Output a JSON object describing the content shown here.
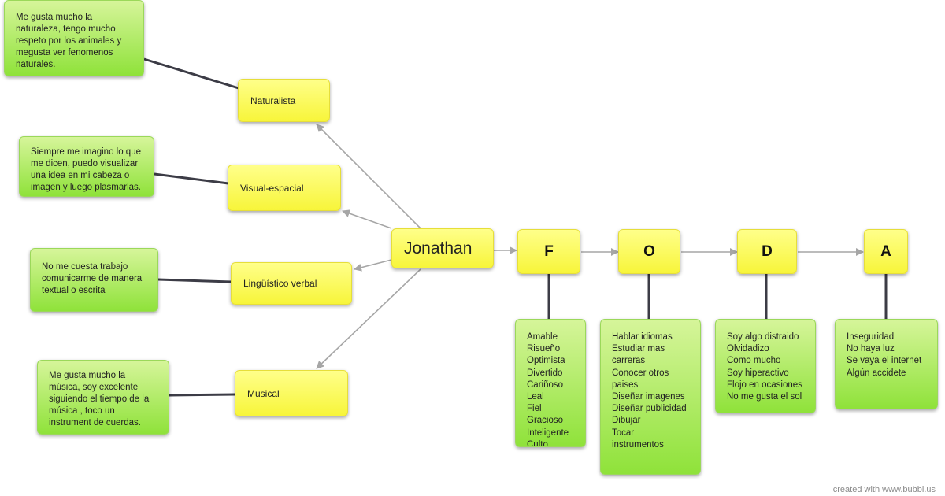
{
  "center": "Jonathan",
  "intelligences": [
    {
      "label": "Naturalista",
      "description": "Me gusta mucho la naturaleza, tengo mucho respeto por los animales y megusta ver fenomenos naturales."
    },
    {
      "label": "Visual-espacial",
      "description": "Siempre me imagino lo que me dicen, puedo visualizar una idea en mi cabeza o imagen y luego plasmarlas."
    },
    {
      "label": "Lingüístico verbal",
      "description": "No me cuesta trabajo comunicarme de manera textual o escrita"
    },
    {
      "label": "Musical",
      "description": "Me gusta mucho la música, soy excelente siguiendo el tiempo de la música , toco un instrument de cuerdas."
    }
  ],
  "foda": [
    {
      "letter": "F",
      "items": [
        "Amable",
        "Risueño",
        "Optimista",
        "Divertido",
        "Cariñoso",
        "Leal",
        "Fiel",
        "Gracioso",
        "Inteligente",
        "Culto"
      ]
    },
    {
      "letter": "O",
      "items": [
        "Hablar idiomas",
        "Estudiar mas",
        "carreras",
        "Conocer otros",
        "paises",
        "Diseñar imagenes",
        "Diseñar publicidad",
        "Dibujar",
        "Tocar",
        "instrumentos"
      ]
    },
    {
      "letter": "D",
      "items": [
        "Soy algo distraido",
        "Olvidadizo",
        "Como mucho",
        "Soy hiperactivo",
        "Flojo en ocasiones",
        "No me gusta el sol"
      ]
    },
    {
      "letter": "A",
      "items": [
        "Inseguridad",
        "No haya luz",
        "Se vaya el internet",
        "Algún accidete"
      ]
    }
  ],
  "credit": "created with www.bubbl.us",
  "colors": {
    "node_yellow": "#f7f53a",
    "node_green": "#8fe23a",
    "arrow": "#a6a6a6",
    "connector": "#3c3c46"
  }
}
